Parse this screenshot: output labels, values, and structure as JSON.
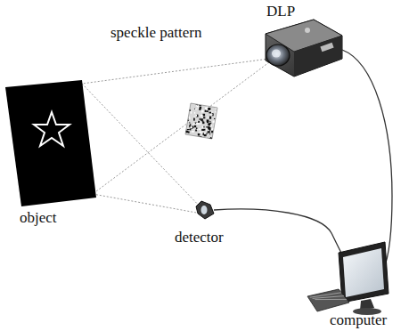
{
  "diagram": {
    "labels": [
      "speckle pattern",
      "DLP",
      "object",
      "detector",
      "computer"
    ]
  }
}
